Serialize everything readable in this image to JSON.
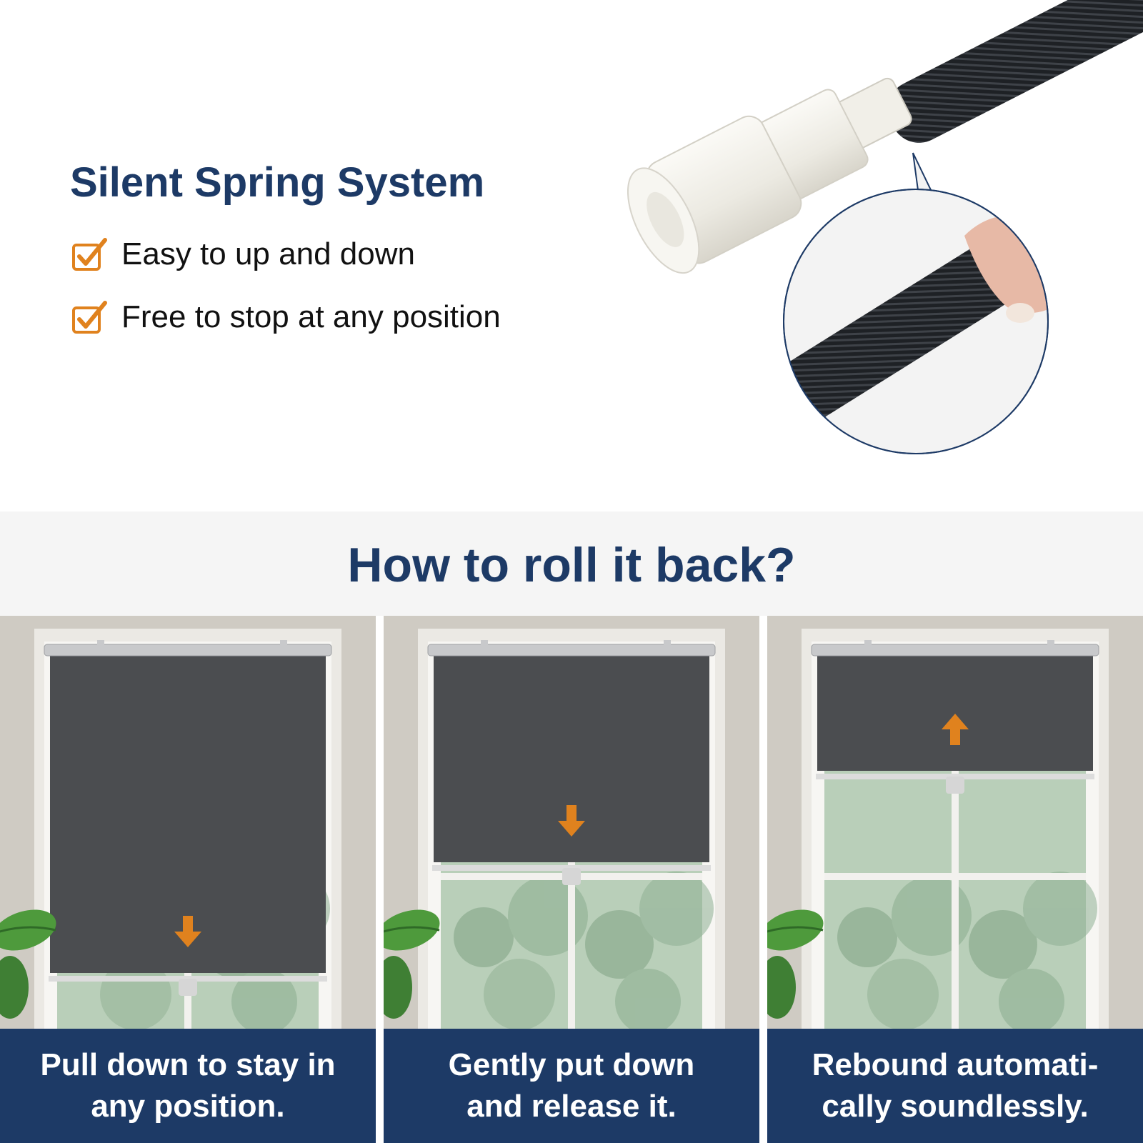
{
  "headline": "Silent Spring System",
  "features": [
    {
      "icon": "checkbox-check-icon",
      "label": "Easy to up and down"
    },
    {
      "icon": "checkbox-check-icon",
      "label": "Free to stop at any position"
    }
  ],
  "section_title": "How to roll it back?",
  "steps": [
    {
      "line1": "Pull down to stay in",
      "line2": "any position.",
      "shade_level": 0.95,
      "arrow": "down"
    },
    {
      "line1": "Gently put down",
      "line2": "and release it.",
      "shade_level": 0.62,
      "arrow": "down"
    },
    {
      "line1": "Rebound automati-",
      "line2": "cally soundlessly.",
      "shade_level": 0.35,
      "arrow": "up"
    }
  ],
  "colors": {
    "navy": "#1d3a66",
    "accent_orange": "#e0821e",
    "shade_gray": "#4b4d50",
    "spring_black": "#1e2125",
    "wall": "#cfcbc3"
  }
}
